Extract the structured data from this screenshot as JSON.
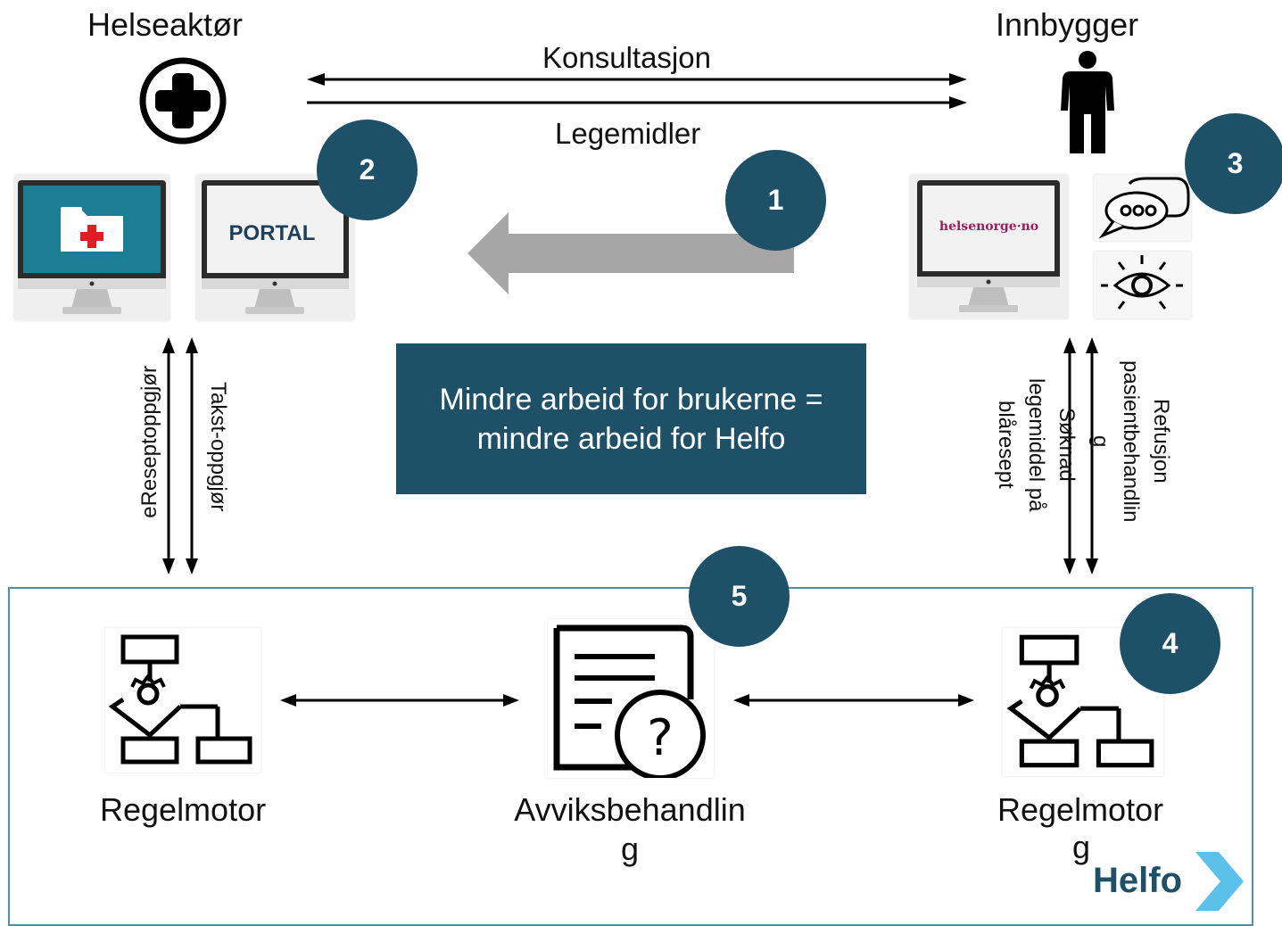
{
  "actors": {
    "left_title": "Helseaktør",
    "right_title": "Innbygger"
  },
  "top_arrows": {
    "consult_label": "Konsultasjon",
    "medicine_label": "Legemidler"
  },
  "screens": {
    "portal_text": "PORTAL",
    "helsenorge_text": "helsenorge·no"
  },
  "badges": {
    "b1": "1",
    "b2": "2",
    "b3": "3",
    "b4": "4",
    "b5": "5"
  },
  "callout": {
    "line1": "Mindre arbeid for brukerne =",
    "line2": "mindre arbeid for Helfo"
  },
  "left_flows": {
    "ereseptoppgjor": "eReseptoppgjør",
    "takst": "Takst-oppgjør"
  },
  "right_flows": {
    "refusjon_line1": "Refusjon",
    "refusjon_line2": "pasientbehandlin",
    "refusjon_line3": "g",
    "soknad_line1": "Søknad",
    "soknad_line2": "legemiddel på",
    "soknad_line3": "blåresept"
  },
  "bottom": {
    "left_engine": "Regelmotor",
    "middle_line1": "Avviksbehandlin",
    "middle_line2": "g",
    "right_engine": "Regelmotor",
    "right_engine_extra": "g"
  },
  "logo": {
    "text": "Helfo"
  },
  "colors": {
    "badge": "#1e5068",
    "callout": "#1e5068",
    "border": "#4a8fad",
    "arrow_gray": "#a6a6a6",
    "logo_chevron": "#5bc0ea"
  }
}
